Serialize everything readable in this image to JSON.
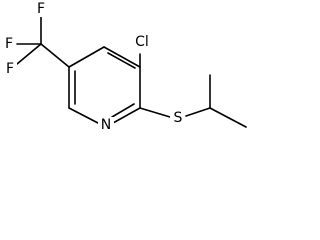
{
  "molecule": {
    "atoms": {
      "f_top": "F",
      "f_left": "F",
      "f_bottom": "F",
      "cl": "Cl",
      "n": "N",
      "s": "S"
    }
  }
}
